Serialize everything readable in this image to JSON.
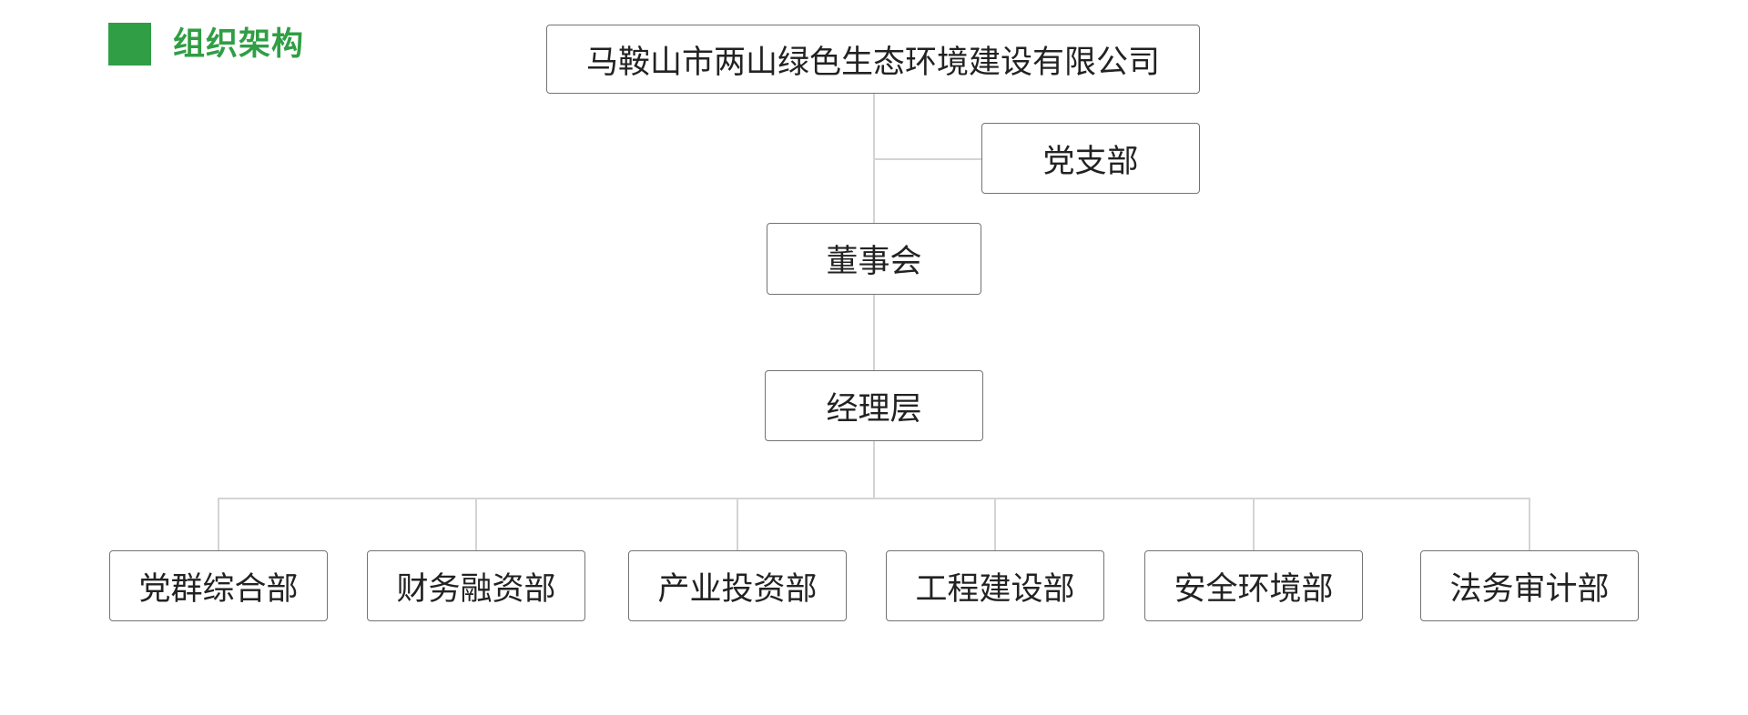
{
  "header": {
    "title": "组织架构",
    "accent_color": "#2f9e44"
  },
  "org": {
    "company": {
      "label": "马鞍山市两山绿色生态环境建设有限公司"
    },
    "party_branch": {
      "label": "党支部"
    },
    "board": {
      "label": "董事会"
    },
    "management": {
      "label": "经理层"
    },
    "departments": [
      {
        "label": "党群综合部"
      },
      {
        "label": "财务融资部"
      },
      {
        "label": "产业投资部"
      },
      {
        "label": "工程建设部"
      },
      {
        "label": "安全环境部"
      },
      {
        "label": "法务审计部"
      }
    ]
  },
  "styles": {
    "node_border_color": "#737373",
    "connector_color": "#d4d4d4",
    "text_color": "#222222",
    "background_color": "#ffffff"
  }
}
